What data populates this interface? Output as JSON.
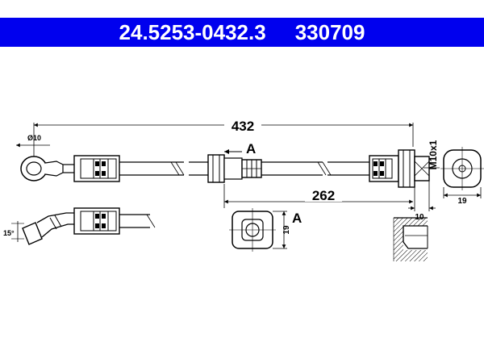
{
  "header": {
    "part_number": "24.5253-0432.3",
    "ref_number": "330709",
    "background": "#0000ee",
    "text_color": "#ffffff"
  },
  "drawing": {
    "overall_length": "432",
    "partial_length": "262",
    "eye_diameter": "Ø10",
    "thread": "M10x1",
    "fitting_depth": "10",
    "fitting_width": "19",
    "bracket_height": "19",
    "angle": "15°",
    "section_mark": "A",
    "view_mark": "A"
  }
}
